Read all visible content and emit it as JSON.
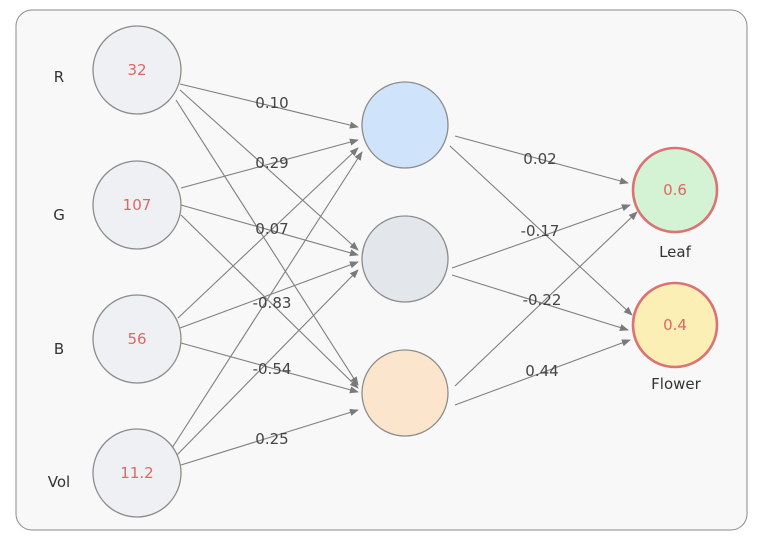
{
  "inputs": [
    {
      "label": "R",
      "value": "32"
    },
    {
      "label": "G",
      "value": "107"
    },
    {
      "label": "B",
      "value": "56"
    },
    {
      "label": "Vol",
      "value": "11.2"
    }
  ],
  "hidden": [
    {
      "color": "#cfe3fb"
    },
    {
      "color": "#e3e6ea"
    },
    {
      "color": "#fbe5cd"
    }
  ],
  "outputs": [
    {
      "label": "Leaf",
      "value": "0.6",
      "fill": "#d4f3d5",
      "stroke": "#dc7272"
    },
    {
      "label": "Flower",
      "value": "0.4",
      "fill": "#fbefb5",
      "stroke": "#dc7272"
    }
  ],
  "weights_input_hidden": [
    "0.10",
    "0.29",
    "0.07",
    "-0.83",
    "-0.54",
    "0.25"
  ],
  "weights_hidden_output": [
    "0.02",
    "-0.17",
    "-0.22",
    "0.44"
  ]
}
